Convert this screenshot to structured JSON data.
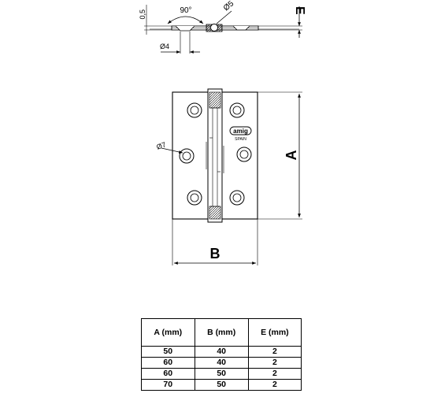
{
  "top_view": {
    "thickness_label": "0,5",
    "angle_label": "90°",
    "pin_diameter_label": "Ø5",
    "hole_diameter_label": "Ø4",
    "height_dim_label": "E"
  },
  "front_view": {
    "hole_label": "Ø7",
    "brand_logo_text": "amig",
    "brand_country": "SPAIN",
    "height_dim_label": "A",
    "width_dim_label": "B"
  },
  "table": {
    "headers": [
      "A (mm)",
      "B (mm)",
      "E (mm)"
    ],
    "rows": [
      [
        "50",
        "40",
        "2"
      ],
      [
        "60",
        "40",
        "2"
      ],
      [
        "60",
        "50",
        "2"
      ],
      [
        "70",
        "50",
        "2"
      ]
    ]
  }
}
